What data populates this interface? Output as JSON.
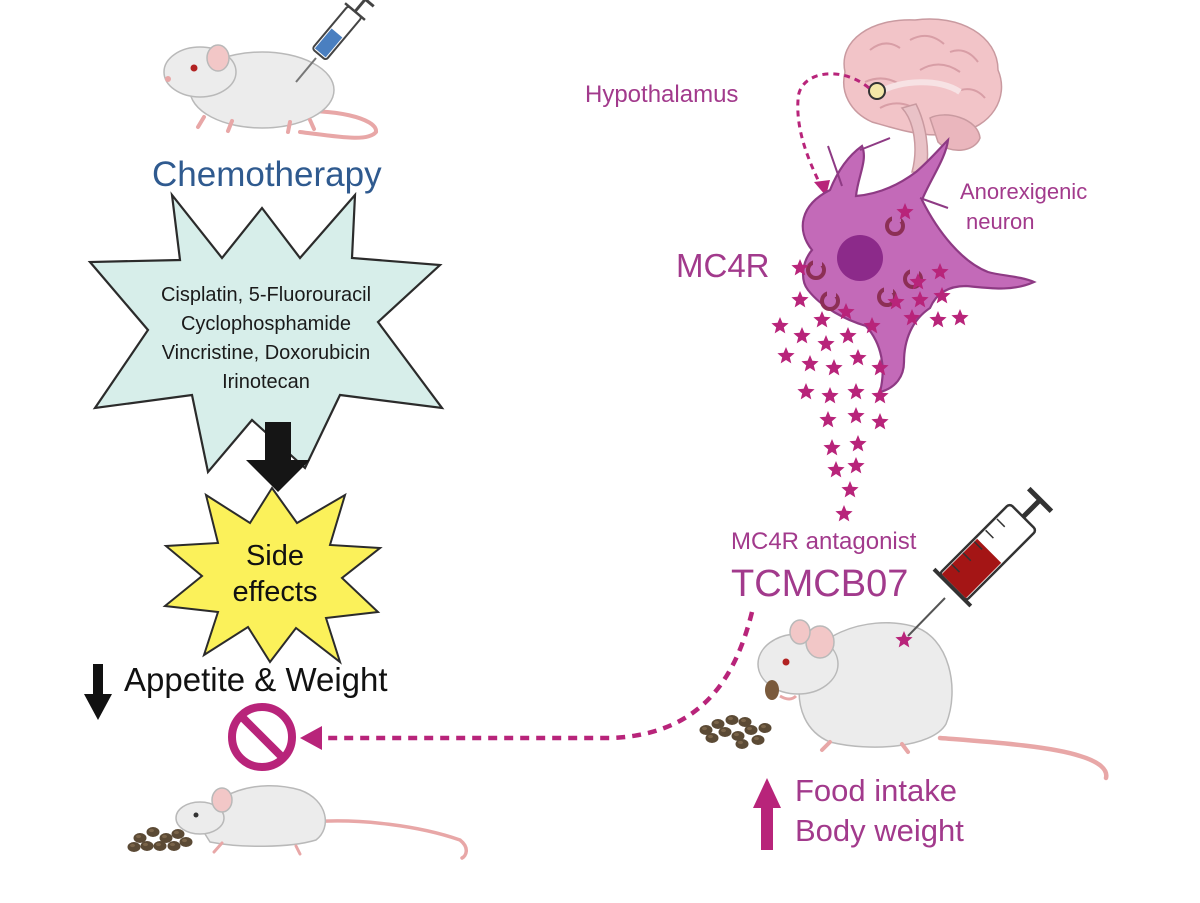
{
  "left_panel": {
    "title": "Chemotherapy",
    "drugs": [
      "Cisplatin, 5-Fluorouracil",
      "Cyclophosphamide",
      "Vincristine, Doxorubicin",
      "Irinotecan"
    ],
    "side_effects": [
      "Side",
      "effects"
    ],
    "outcome": "Appetite & Weight"
  },
  "right_panel": {
    "region": "Hypothalamus",
    "neuron": [
      "Anorexigenic",
      "neuron"
    ],
    "receptor": "MC4R",
    "drug_class": "MC4R antagonist",
    "drug_name": "TCMCB07",
    "outcomes": [
      "Food intake",
      "Body weight"
    ]
  },
  "colors": {
    "chemo_blue": "#2f5a8f",
    "magenta": "#a23a8c",
    "star_teal": "#d7eeea",
    "star_yellow": "#fbf15a",
    "neuron_purple": "#c36ab8",
    "ligand": "#b8247a",
    "mouse_body": "#ececec",
    "mouse_tail": "#e8a7a7",
    "pellets": "#5b4a35"
  },
  "icons": [
    "mouse-icon",
    "syringe-icon",
    "brain-icon",
    "neuron-icon",
    "prohibit-icon",
    "arrow-down-icon",
    "arrow-up-icon",
    "food-pellets-icon"
  ]
}
